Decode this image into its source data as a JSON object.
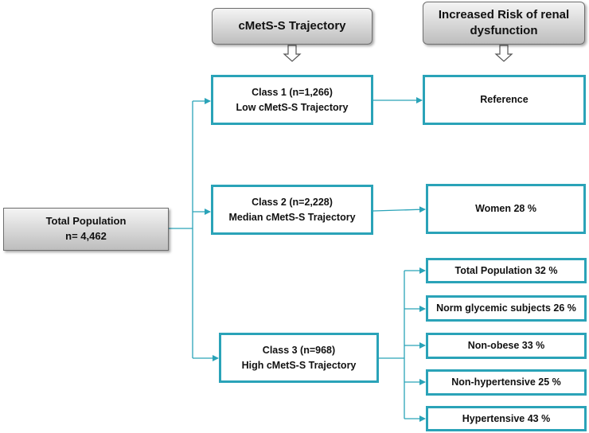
{
  "colors": {
    "connector": "#2aa3b8",
    "box_border": "#2aa3b8",
    "header_fill": "#d3d3d3",
    "arrow_fill": "#ffffff"
  },
  "headers": {
    "trajectory": "cMetS-S Trajectory",
    "risk_line1": "Increased Risk of renal",
    "risk_line2": "dysfunction"
  },
  "total": {
    "line1": "Total Population",
    "line2": "n= 4,462"
  },
  "classes": [
    {
      "line1": "Class 1 (n=1,266)",
      "line2": "Low cMetS-S Trajectory"
    },
    {
      "line1": "Class 2 (n=2,228)",
      "line2": "Median cMetS-S Trajectory"
    },
    {
      "line1": "Class 3 (n=968)",
      "line2": "High cMetS-S Trajectory"
    }
  ],
  "results": {
    "class1": "Reference",
    "class2": "Women 28 %",
    "class3": [
      "Total Population 32 %",
      "Norm glycemic subjects 26 %",
      "Non-obese 33 %",
      "Non-hypertensive 25 %",
      "Hypertensive 43 %"
    ]
  }
}
